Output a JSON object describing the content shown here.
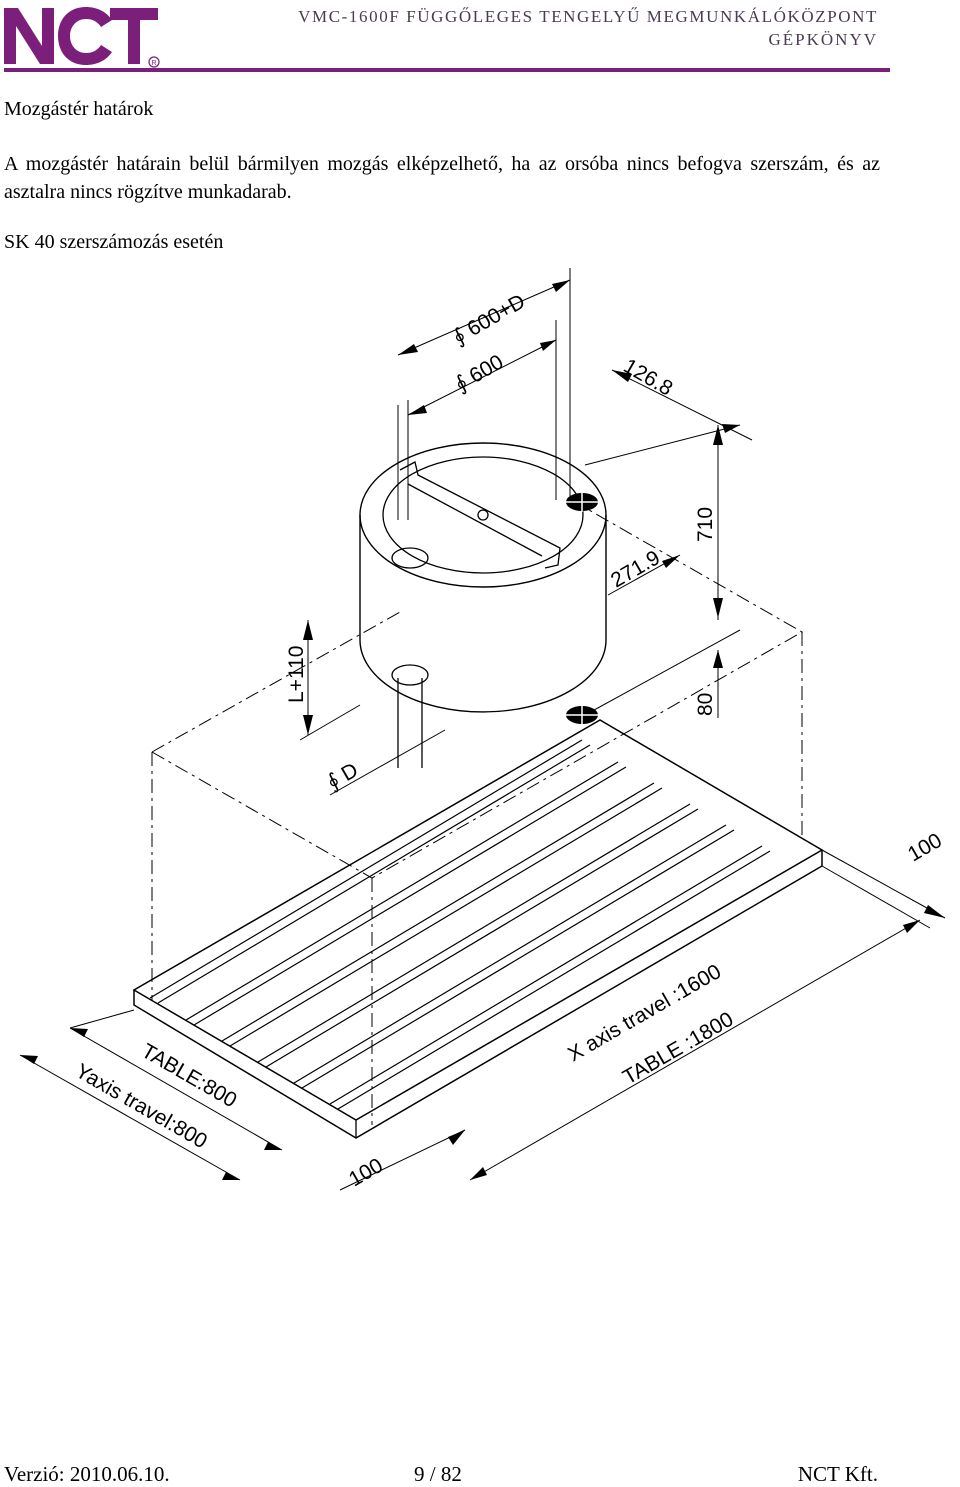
{
  "header": {
    "logo_text": "NCT",
    "title": "VMC-1600F FÜGGŐLEGES TENGELYŰ MEGMUNKÁLÓKÖZPONT",
    "subtitle": "GÉPKÖNYV",
    "accent_color": "#7b1f7a"
  },
  "section": {
    "title": "Mozgástér határok",
    "paragraph": "A mozgástér határain belül bármilyen mozgás elképzelhető, ha az orsóba nincs befogva szerszám, és az asztalra nincs rögzítve munkadarab.",
    "subtitle": "SK 40 szerszámozás esetén"
  },
  "drawing": {
    "dim_600D": "∮ 600+D",
    "dim_600": "∮ 600",
    "dim_1268": "126.8",
    "dim_2719": "271.9",
    "dim_710": "710",
    "dim_80": "80",
    "dim_L110": "L+110",
    "dim_D": "∮ D",
    "dim_100_right": "100",
    "dim_100_bottom": "100",
    "x_travel": "X axis travel :1600",
    "x_table": "TABLE :1800",
    "y_table": "TABLE:800",
    "y_travel": "Yaxis travel:800"
  },
  "footer": {
    "version": "Verzió: 2010.06.10.",
    "page": "9 / 82",
    "company": "NCT Kft."
  }
}
